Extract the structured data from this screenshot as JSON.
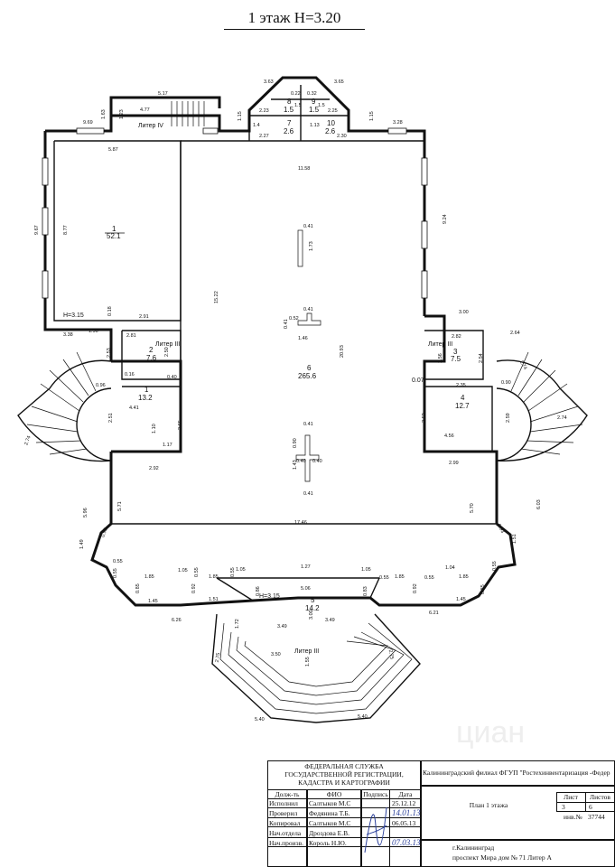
{
  "title": "1 этаж  Н=3.20",
  "watermark": "циан",
  "dims": {
    "top_517": "5.17",
    "top_477": "4.77",
    "w969": "9.69",
    "w163": "1.63",
    "w123": "1.23",
    "w587": "5.87",
    "w363": "3.63",
    "w365": "3.65",
    "w022": "0.22",
    "w032": "0.32",
    "w115a": "1.15",
    "w115b": "1.15",
    "w223": "2.23",
    "w225": "2.25",
    "w15a": "1.5",
    "w15b": "1.5",
    "w227": "2.27",
    "w230": "2.30",
    "w14": "1.4",
    "w113": "1.13",
    "w328": "3.28",
    "w1158": "11.58",
    "w967": "9.67",
    "w877": "8.77",
    "w924": "9.24",
    "w041a": "0.41",
    "w173": "1.73",
    "w1522": "15.22",
    "w2093": "20.93",
    "w041b": "0.41",
    "w052": "0.52",
    "w041c": "0.41",
    "w146": "1.46",
    "w018": "0.18",
    "w291": "2.91",
    "w300": "3.00",
    "w338": "3.38",
    "w190": "1.90",
    "w281": "2.81",
    "w253": "2.53",
    "w250": "2.50",
    "w016": "0.16",
    "w040": "0.40",
    "w096": "0.96",
    "w441": "4.41",
    "w251": "2.51",
    "w110": "1.10",
    "w117": "1.17",
    "w265": "2.65",
    "w274a": "2.74",
    "w292": "2.92",
    "w264": "2.64",
    "w282": "2.82",
    "w256": "2.56",
    "w254": "2.54",
    "w007": "0.07",
    "w235": "2.35",
    "w090": "0.90",
    "w274b": "2.74",
    "w352": "3.52",
    "w259": "2.59",
    "w456": "4.56",
    "w274c": "2.74",
    "w299": "2.99",
    "w041d": "0.41",
    "w090b": "0.90",
    "w143": "1.43",
    "w040b": "0.40",
    "w040c": "0.40",
    "w041e": "0.41",
    "w596": "5.96",
    "w571": "5.71",
    "w1746": "17.46",
    "w570": "5.70",
    "w603": "6.03",
    "w149": "1.49",
    "w093a": "0.93",
    "w093b": "0.93",
    "w151": "1.51",
    "w055a": "0.55",
    "w055b": "0.55",
    "w185a": "1.85",
    "w105a": "1.05",
    "w055c": "0.55",
    "w185b": "1.85",
    "w105b": "1.05",
    "w127": "1.27",
    "w105c": "1.05",
    "w055d": "0.55",
    "w185c": "1.85",
    "w104": "1.04",
    "w185d": "1.85",
    "w055e": "0.55",
    "w145a": "1.45",
    "w151b": "1.51",
    "w085a": "0.85",
    "w092a": "0.92",
    "w086": "0.86",
    "w506": "5.06",
    "w083": "0.83",
    "w092b": "0.92",
    "w145b": "1.45",
    "w085b": "0.85",
    "w626": "6.26",
    "w621": "6.21",
    "w172": "1.72",
    "w349a": "3.49",
    "w300b": "3.00",
    "w349b": "3.49",
    "w155": "1.55",
    "w350": "3.50",
    "w275a": "2.75",
    "w275b": "2.75",
    "w540a": "5.40",
    "w540b": "5.40",
    "w055f": "0.55",
    "w055g": "0.55"
  },
  "rooms": {
    "r1": {
      "num": "1",
      "area": "52.1"
    },
    "r2": {
      "num": "2",
      "area": "7.6"
    },
    "r3": {
      "num": "3",
      "area": "7.5"
    },
    "r4": {
      "num": "4",
      "area": "12.7"
    },
    "r5": {
      "num": "5",
      "area": "14.2"
    },
    "r6": {
      "num": "6",
      "area": "265.6"
    },
    "r7": {
      "num": "7",
      "area": "2.6"
    },
    "r8": {
      "num": "8",
      "area": "1.5"
    },
    "r9": {
      "num": "9",
      "area": "1.5"
    },
    "r10": {
      "num": "10",
      "area": "2.6"
    },
    "r11": {
      "num": "1",
      "area": "13.2"
    }
  },
  "labels": {
    "liter_iv": "Литер IV",
    "liter_iii_left": "Литер III",
    "liter_iii_right": "Литер III",
    "liter_iii_bottom": "Литер III",
    "h315a": "H=3.15",
    "h315b": "H=3.15"
  },
  "stamp": {
    "agency": [
      "ФЕДЕРАЛЬНАЯ СЛУЖБА",
      "ГОСУДАРСТВЕННОЙ РЕГИСТРАЦИИ,",
      "КАДАСТРА И КАРТОГРАФИИ"
    ],
    "col_position": "Долж-ть",
    "col_name": "ФИО",
    "col_sign": "Подпись",
    "col_date": "Дата",
    "rows": [
      {
        "pos": "Исполнил",
        "name": "Салтыков М.С",
        "date": "25.12.12"
      },
      {
        "pos": "Проверил",
        "name": "Федянина Т.Б.",
        "date": "14.01.13"
      },
      {
        "pos": "Копировал",
        "name": "Салтыков М.С",
        "date": "06.05.13"
      },
      {
        "pos": "Нач.отдела",
        "name": "Дроздова Е.В.",
        "date": ""
      },
      {
        "pos": "Нач.произв.",
        "name": "Король Н.Ю.",
        "date": "07.03.13"
      }
    ],
    "org": "Калининградский филиал ФГУП \"Ростехинвентаризация -Федер",
    "plan_name": "План  1 этажа",
    "sheet_label": "Лист",
    "sheets_label": "Листов",
    "sheet": "3",
    "sheets": "6",
    "inv_label": "инв.№",
    "inv": "37744",
    "city": "г.Калининград",
    "address": "проспект Мира дом № 71 Литер А"
  }
}
